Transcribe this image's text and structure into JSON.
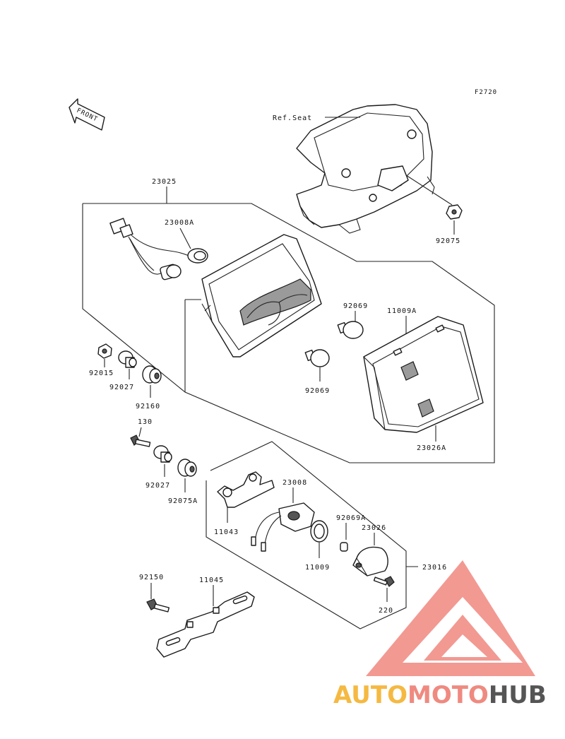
{
  "figure_id": "F2720",
  "front_label": "FRONT",
  "ref_label": "Ref.Seat",
  "parts": {
    "p23025": "23025",
    "p23008A": "23008A",
    "p92075": "92075",
    "p92069a": "92069",
    "p11009A": "11009A",
    "p92069b": "92069",
    "p92015": "92015",
    "p92027a": "92027",
    "p92160": "92160",
    "p23026A": "23026A",
    "p130": "130",
    "p92027b": "92027",
    "p92075A": "92075A",
    "p23008": "23008",
    "p11043": "11043",
    "p92069A": "92069A",
    "p23026": "23026",
    "p11009": "11009",
    "p23016": "23016",
    "p220": "220",
    "p92150": "92150",
    "p11045": "11045"
  },
  "watermark": {
    "part1": "AUTO",
    "part2": "MOTO",
    "part3": "HUB",
    "colors": {
      "auto": "#f5b942",
      "moto": "#ef8a80",
      "hub": "#555555",
      "logo": "#f08880"
    }
  }
}
